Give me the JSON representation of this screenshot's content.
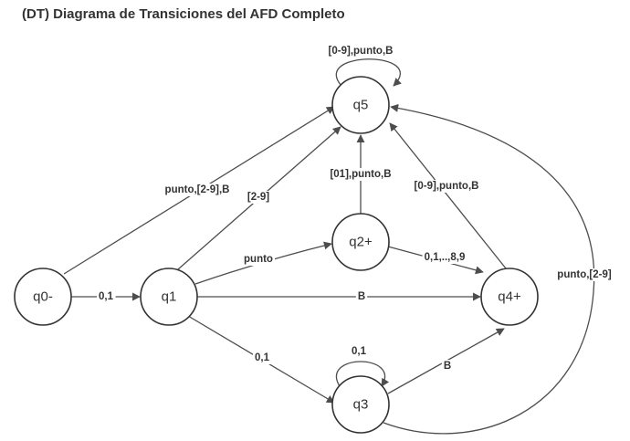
{
  "title": "(DT) Diagrama de Transiciones del AFD Completo",
  "colors": {
    "stroke": "#333333",
    "background": "#ffffff"
  },
  "states": [
    {
      "id": "q0",
      "label": "q0-"
    },
    {
      "id": "q1",
      "label": "q1"
    },
    {
      "id": "q2",
      "label": "q2+"
    },
    {
      "id": "q3",
      "label": "q3"
    },
    {
      "id": "q4",
      "label": "q4+"
    },
    {
      "id": "q5",
      "label": "q5"
    }
  ],
  "transitions": [
    {
      "id": "q0-q1",
      "from": "q0",
      "to": "q1",
      "label": "0,1"
    },
    {
      "id": "q0-q5",
      "from": "q0",
      "to": "q5",
      "label": "punto,[2-9],B"
    },
    {
      "id": "q1-q5",
      "from": "q1",
      "to": "q5",
      "label": "[2-9]"
    },
    {
      "id": "q1-q2",
      "from": "q1",
      "to": "q2",
      "label": "punto"
    },
    {
      "id": "q1-q4",
      "from": "q1",
      "to": "q4",
      "label": "B"
    },
    {
      "id": "q1-q3",
      "from": "q1",
      "to": "q3",
      "label": "0,1"
    },
    {
      "id": "q2-q5",
      "from": "q2",
      "to": "q5",
      "label": "[01],punto,B"
    },
    {
      "id": "q2-q4",
      "from": "q2",
      "to": "q4",
      "label": "0,1,..,8,9"
    },
    {
      "id": "q3-q3",
      "from": "q3",
      "to": "q3",
      "label": "0,1"
    },
    {
      "id": "q3-q4",
      "from": "q3",
      "to": "q4",
      "label": "B"
    },
    {
      "id": "q3-q5",
      "from": "q3",
      "to": "q5",
      "label": "punto,[2-9]"
    },
    {
      "id": "q4-q5",
      "from": "q4",
      "to": "q5",
      "label": "[0-9],punto,B"
    },
    {
      "id": "q5-q5",
      "from": "q5",
      "to": "q5",
      "label": "[0-9],punto,B"
    }
  ]
}
